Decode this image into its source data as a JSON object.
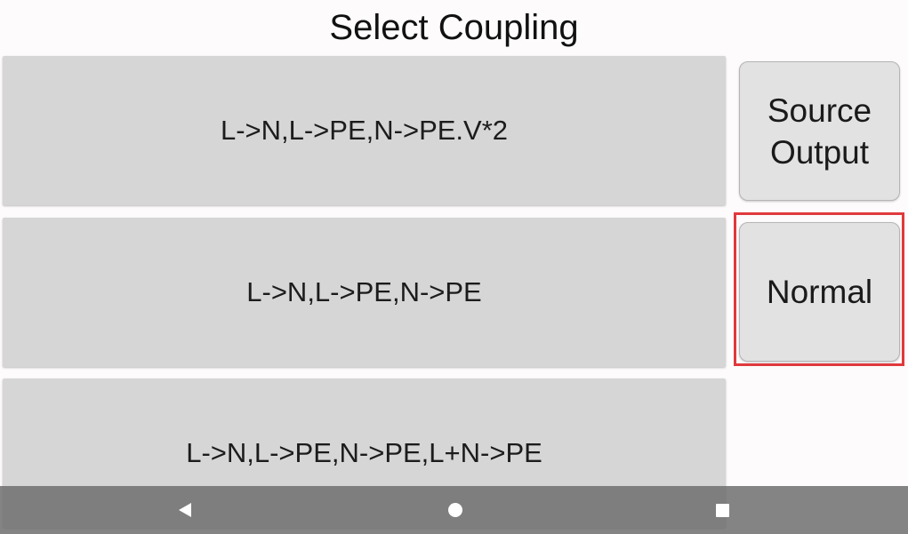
{
  "title": "Select Coupling",
  "options": [
    {
      "label": "L->N,L->PE,N->PE.V*2"
    },
    {
      "label": "L->N,L->PE,N->PE"
    },
    {
      "label": "L->N,L->PE,N->PE,L+N->PE"
    }
  ],
  "side_buttons": {
    "source_output_line1": "Source",
    "source_output_line2": "Output",
    "normal": "Normal"
  },
  "navbar": {
    "back_icon": "triangle-back",
    "home_icon": "circle-home",
    "recent_icon": "square-recents"
  },
  "colors": {
    "highlight": "#e0393c",
    "option_bg": "#d6d6d6",
    "button_bg": "#e2e2e2",
    "navbar_bg": "#6e6e6e"
  }
}
